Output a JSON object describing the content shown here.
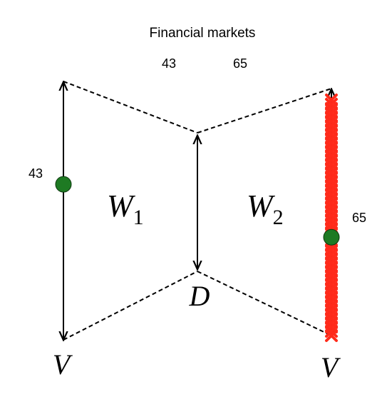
{
  "title": "Financial markets",
  "top_left_value": "43",
  "top_right_value": "65",
  "left_axis_value": "43",
  "right_axis_value": "65",
  "region_left_label": {
    "main": "W",
    "sub": "1"
  },
  "region_right_label": {
    "main": "W",
    "sub": "2"
  },
  "center_label": "D",
  "bottom_left_label": "V",
  "bottom_right_label": "V",
  "left_point": {
    "value": 43,
    "max": 108
  },
  "right_point": {
    "value": 65,
    "max": 108
  },
  "colors": {
    "point": "#1e7a23",
    "marker": "#ff2a1a",
    "line": "#000000"
  }
}
